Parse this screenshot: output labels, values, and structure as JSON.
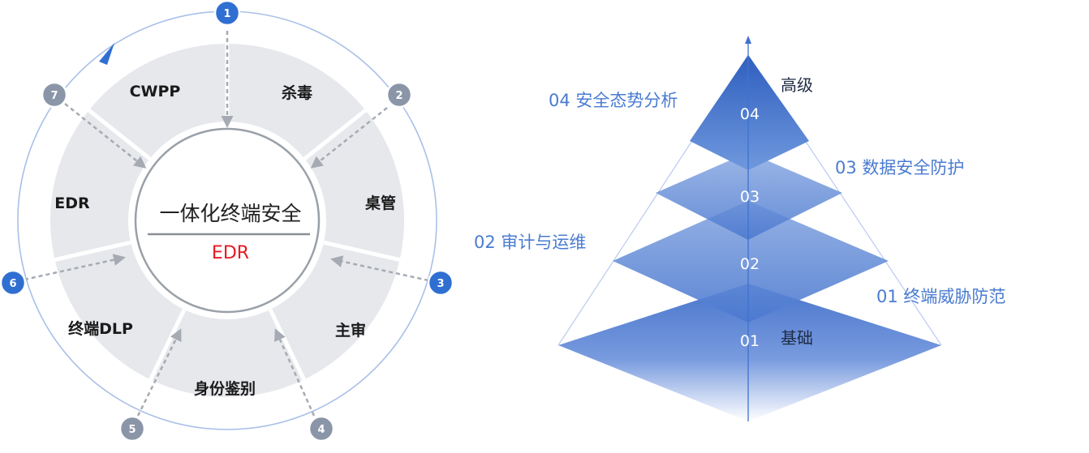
{
  "colors": {
    "ring": "#e6e8ec",
    "ring_border": "#cfd3da",
    "outer_arc": "#a9c0e8",
    "node_blue": "#2f6fd1",
    "node_gray": "#8a96a8",
    "arrow": "#a6abb3",
    "highlight_red": "#e51c23",
    "pyramid_blue": "#3f72cf",
    "label_blue": "#4a7bd1"
  },
  "cycle": {
    "center_title": "一体化终端安全",
    "center_subtitle": "EDR",
    "segments": [
      "杀毒",
      "桌管",
      "主审",
      "身份鉴别",
      "终端DLP",
      "EDR",
      "CWPP"
    ],
    "nodes": [
      {
        "label": "1",
        "style": "blue"
      },
      {
        "label": "2",
        "style": "gray"
      },
      {
        "label": "3",
        "style": "blue"
      },
      {
        "label": "4",
        "style": "gray"
      },
      {
        "label": "5",
        "style": "gray"
      },
      {
        "label": "6",
        "style": "blue"
      },
      {
        "label": "7",
        "style": "gray"
      }
    ]
  },
  "pyramid": {
    "top_word": "高级",
    "bottom_word": "基础",
    "levels": [
      {
        "num": "04",
        "label": "04 安全态势分析"
      },
      {
        "num": "03",
        "label": "03 数据安全防护"
      },
      {
        "num": "02",
        "label": "02 审计与运维"
      },
      {
        "num": "01",
        "label": "01 终端威胁防范"
      }
    ]
  }
}
